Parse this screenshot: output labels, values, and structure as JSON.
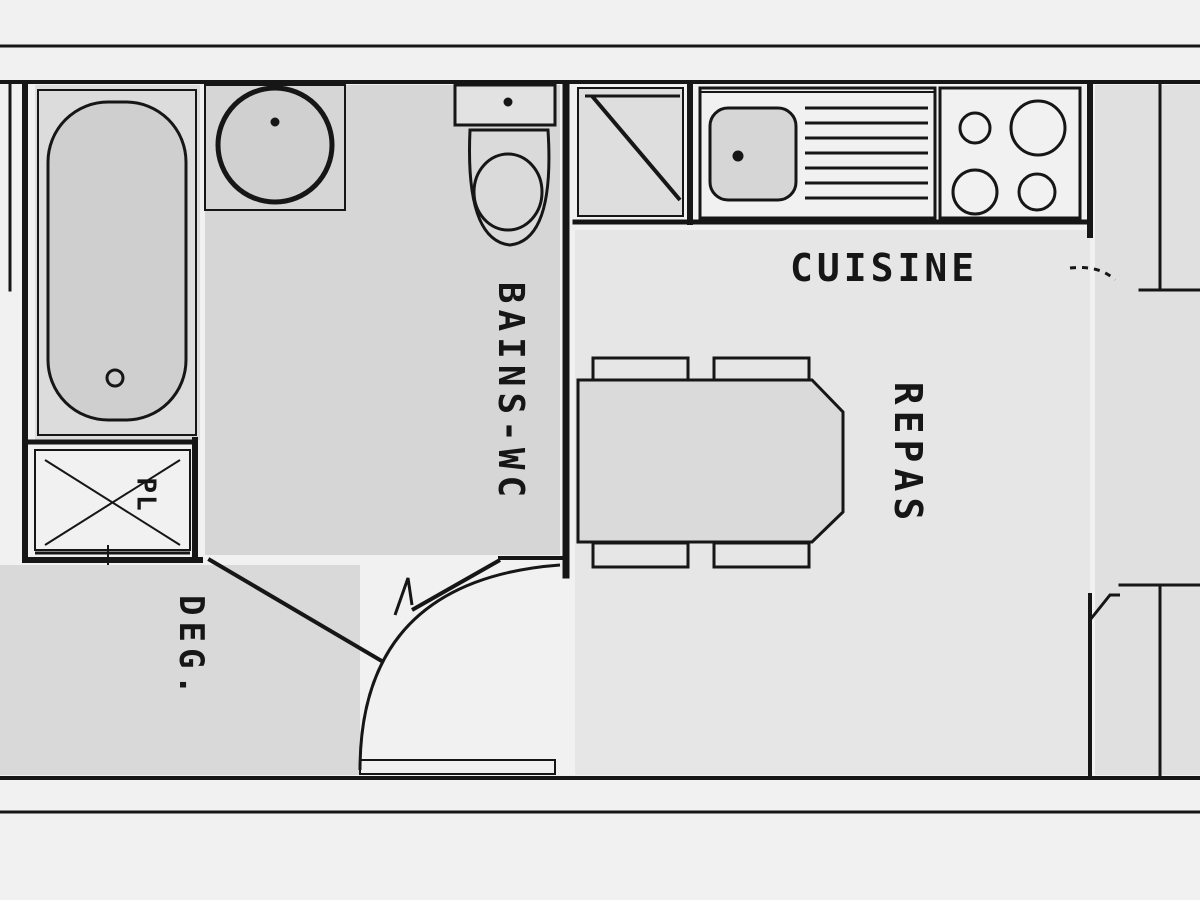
{
  "plan": {
    "rooms": {
      "cuisine": "CUISINE",
      "repas": "REPAS",
      "bains_wc": "BAINS-WC",
      "degagement": "DEG.",
      "placard": "PL"
    }
  },
  "colors": {
    "ink": "#161616",
    "paper": "#f1f1f1",
    "floor": "#d9d9d9"
  }
}
